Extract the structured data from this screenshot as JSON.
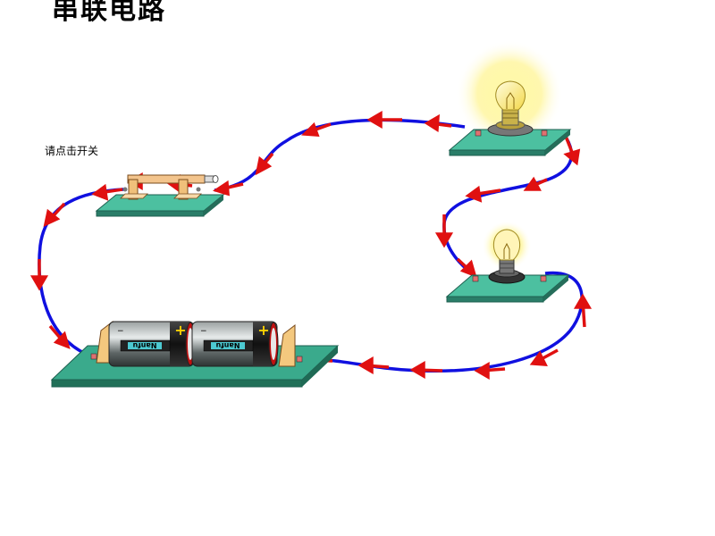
{
  "title": "串联电路",
  "hint": "请点击开关",
  "battery_brand": "Nanfu",
  "colors": {
    "wire": "#1010e0",
    "current_arrow": "#e01010",
    "board": "#3aaa8c",
    "bulb_glow": "#ffee55"
  },
  "components": {
    "switch": "knife-switch",
    "battery_count": 2,
    "bulb_count": 2
  }
}
